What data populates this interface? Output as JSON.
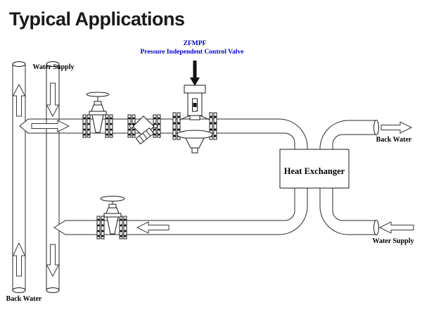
{
  "page": {
    "title": "Typical Applications",
    "background": "#FFFFFF"
  },
  "annotation": {
    "model": "ZFMPF",
    "label": "Pressure Independent Control Valve",
    "color": "#0000CC"
  },
  "heat_exchanger": {
    "label": "Heat Exchanger"
  },
  "pipe_labels": {
    "riser_supply_top": "Water Supply",
    "riser_return_bottom": "Back Water",
    "secondary_out_right": "Back Water",
    "secondary_in_right": "Water Supply"
  },
  "components": {
    "gate_valve_supply": "gate-valve",
    "strainer": "y-strainer",
    "control_valve": "pressure-independent-control-valve",
    "gate_valve_return": "gate-valve",
    "exchanger": "heat-exchanger"
  },
  "flow_arrows": {
    "left_riser_top": "up",
    "right_riser_top": "down",
    "supply_line": "right",
    "left_riser_bottom": "up",
    "right_riser_bottom": "down",
    "return_line": "left",
    "secondary_out": "right",
    "secondary_in": "left"
  },
  "colors": {
    "line": "#2A2A2A",
    "annotation_blue": "#0000CC",
    "background": "#FFFFFF"
  }
}
